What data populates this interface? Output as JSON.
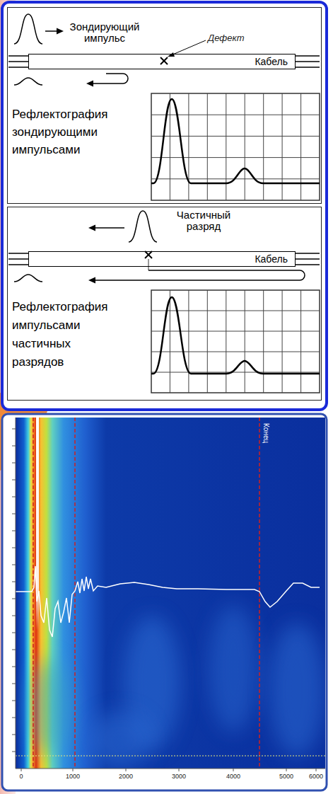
{
  "diagram": {
    "nodes": [
      {
        "text": [
          "Рефлектография зондирующими импульсами"
        ]
      },
      {
        "text": [
          "Кабель"
        ],
        "in": 0
      },
      {
        "text": [
          "Рефлектография импульсами частичных разрядов"
        ]
      },
      {
        "text": [
          "Кабель"
        ],
        "in": 2
      }
    ],
    "labels": [
      "Зондирующий импульс",
      "Дефект",
      "Частичный разряд",
      "Конец",
      "0",
      "1000",
      "2000",
      "3000",
      "4000",
      "5000",
      "6000"
    ]
  }
}
